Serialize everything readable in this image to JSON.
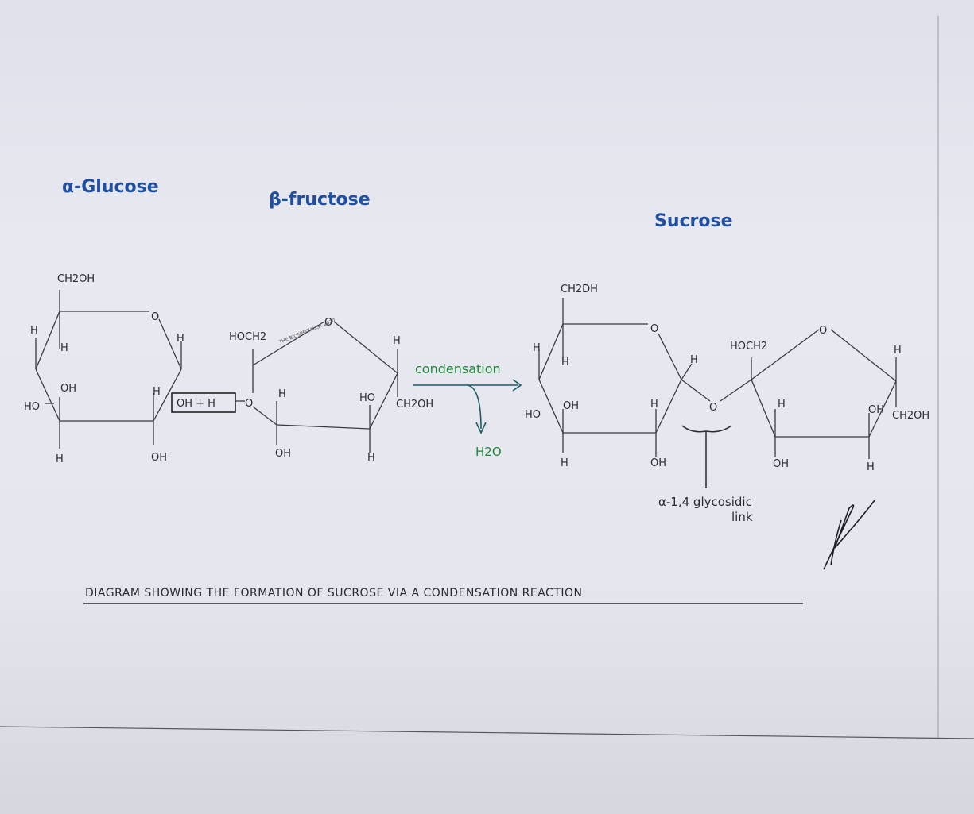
{
  "labels": {
    "glucose": "α-Glucose",
    "fructose": "β-fructose",
    "sucrose": "Sucrose"
  },
  "glucose_groups": {
    "ch2oh": "CH2OH",
    "ring_o": "O",
    "h_left": "H",
    "h_inner": "H",
    "oh_inner": "OH",
    "ho": "HO",
    "h_bottom": "H",
    "h_c1": "H",
    "h_c2": "H",
    "oh_bottom": "OH"
  },
  "reaction_box": "OH + H",
  "fructose_groups": {
    "hoch2": "HOCH2",
    "ring_o": "O",
    "o_link": "O",
    "h_inner": "H",
    "oh_bottom": "OH",
    "h_right": "H",
    "ho_right": "HO",
    "ch2oh": "CH2OH",
    "h_bottom": "H",
    "watermark": "THE BIOSPECIALIST 2020"
  },
  "condensation": {
    "label": "condensation",
    "water": "H2O"
  },
  "sucrose_groups": {
    "ch2oh": "CH2DH",
    "ring_o": "O",
    "h_left": "H",
    "h_inner": "H",
    "ho": "HO",
    "oh_inner": "OH",
    "h_bottom": "H",
    "h_c1": "H",
    "h_c2": "H",
    "oh_c2": "OH",
    "link_o": "O",
    "hoch2": "HOCH2",
    "fru_ring_o": "O",
    "h_inner2": "H",
    "oh_bottom2": "OH",
    "h_right": "H",
    "oh_right": "OH",
    "ch2oh_right": "CH2OH",
    "h_bottom2": "H"
  },
  "link_label": {
    "line1": "α-1,4 glycosidic",
    "line2": "link"
  },
  "caption": "DIAGRAM SHOWING THE FORMATION OF SUCROSE VIA A CONDENSATION REACTION",
  "colors": {
    "blue": "#1f4fa3",
    "green": "#1f8a3a",
    "teal": "#1b5a63",
    "ink": "#2a2a30"
  }
}
